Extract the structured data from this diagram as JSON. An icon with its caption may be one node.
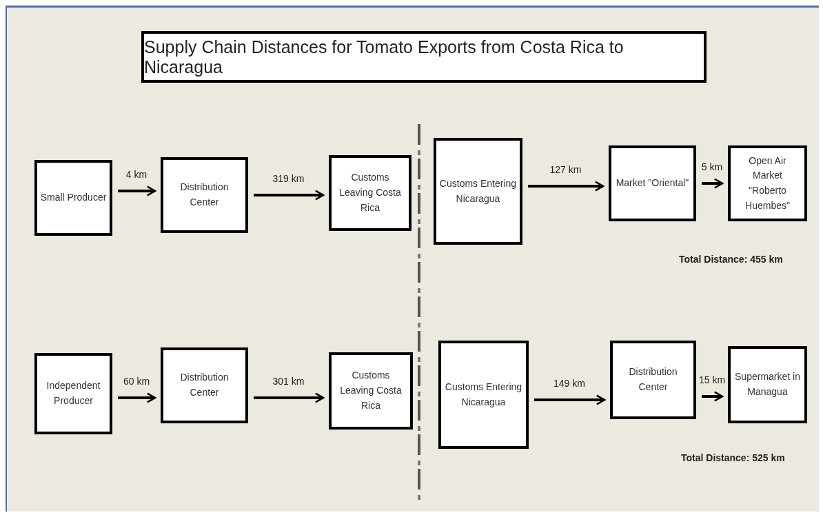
{
  "diagram": {
    "title": "Supply Chain Distances for Tomato Exports from Costa Rica to Nicaragua",
    "nodes": [
      {
        "text": [
          "Small Producer"
        ]
      },
      {
        "text": [
          "Distribution Center"
        ]
      },
      {
        "text": [
          "Customs Leaving Costa Rica"
        ]
      },
      {
        "text": [
          "Customs Entering Nicaragua"
        ]
      },
      {
        "text": [
          "Market \"Oriental\""
        ]
      },
      {
        "text": [
          "Open Air Market \"Roberto Huembes\""
        ]
      },
      {
        "text": [
          "Independent Producer"
        ]
      },
      {
        "text": [
          "Distribution Center"
        ]
      },
      {
        "text": [
          "Customs Leaving Costa Rica"
        ]
      },
      {
        "text": [
          "Customs Entering Nicaragua"
        ]
      },
      {
        "text": [
          "Distribution Center"
        ]
      },
      {
        "text": [
          "Supermarket in Managua"
        ]
      }
    ],
    "edges": [
      {
        "from": 0,
        "to": 1,
        "arrow": "to",
        "label": "4 km"
      },
      {
        "from": 1,
        "to": 2,
        "arrow": "to",
        "label": "319 km"
      },
      {
        "from": 3,
        "to": 4,
        "arrow": "to",
        "label": "127 km"
      },
      {
        "from": 4,
        "to": 5,
        "arrow": "to",
        "label": "5 km"
      },
      {
        "from": 6,
        "to": 7,
        "arrow": "to",
        "label": "60 km"
      },
      {
        "from": 7,
        "to": 8,
        "arrow": "to",
        "label": "301 km"
      },
      {
        "from": 9,
        "to": 10,
        "arrow": "to",
        "label": "149 km"
      },
      {
        "from": 10,
        "to": 11,
        "arrow": "to",
        "label": "15 km"
      }
    ],
    "labels": [
      "Total Distance: 455 km",
      "Total Distance: 525 km"
    ]
  }
}
